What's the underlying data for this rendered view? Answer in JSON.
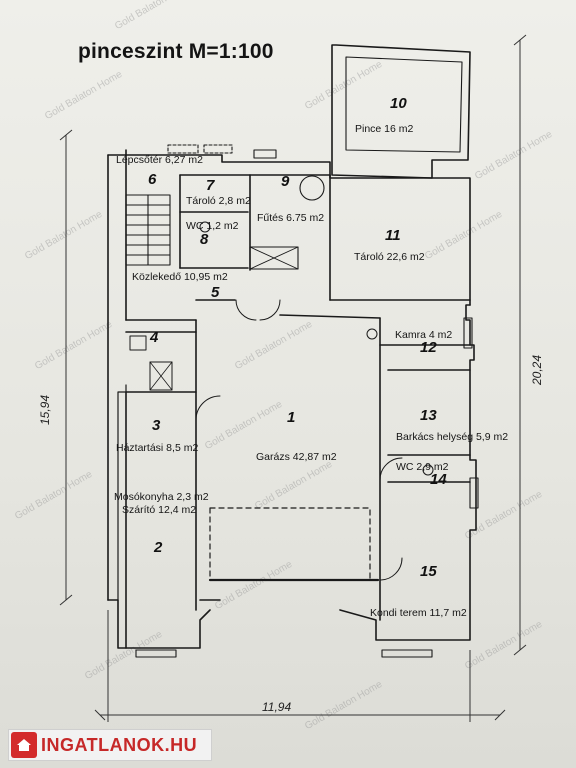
{
  "title": "pinceszint M=1:100",
  "rooms": [
    {
      "number": "1",
      "label": "Garázs 42,87 m2"
    },
    {
      "number": "2",
      "label": "Mosókonyha 2,3 m2",
      "label2": "Szárító 12,4 m2"
    },
    {
      "number": "3",
      "label": "Háztartási 8,5 m2"
    },
    {
      "number": "4",
      "label": ""
    },
    {
      "number": "5",
      "label": "Közlekedő 10,95 m2"
    },
    {
      "number": "6",
      "label": "Lépcsőtér 6,27 m2"
    },
    {
      "number": "7",
      "label": "Tároló 2,8 m2"
    },
    {
      "number": "8",
      "label": "WC 1,2 m2"
    },
    {
      "number": "9",
      "label": "Fűtés 6.75 m2"
    },
    {
      "number": "10",
      "label": "Pince 16 m2"
    },
    {
      "number": "11",
      "label": "Tároló 22,6 m2"
    },
    {
      "number": "12",
      "label": "Kamra 4 m2"
    },
    {
      "number": "13",
      "label": "Barkács helység 5,9 m2"
    },
    {
      "number": "14",
      "label": "WC 2,9 m2"
    },
    {
      "number": "15",
      "label": "Kondi terem 11,7 m2"
    }
  ],
  "dimensions": {
    "width": "11,94",
    "depth_left": "15,94",
    "depth_right": "20,24"
  },
  "watermark": "Gold Balaton Home",
  "brand": {
    "name": "INGATLANOK.HU",
    "color": "#c62828"
  }
}
